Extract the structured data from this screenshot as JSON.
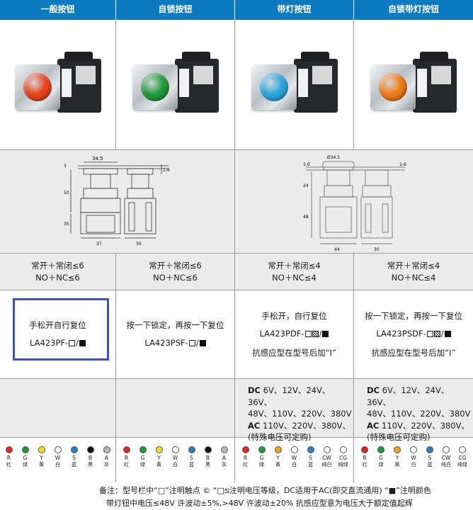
{
  "columns": [
    {
      "header": "一般按钮",
      "lens_color": "#e9431b",
      "contacts_line1": "常开＋常闭≤6",
      "contacts_line2": "NO＋NC≤6",
      "reset": "手松开自行复位",
      "model": "LA423PF-",
      "model_sep": "/"
    },
    {
      "header": "自锁按钮",
      "lens_color": "#1f9a3c",
      "contacts_line1": "常开＋常闭≤6",
      "contacts_line2": "NO＋NC≤6",
      "reset": "按一下锁定，再按一下复位",
      "model": "LA423PSF-",
      "model_sep": "/"
    },
    {
      "header": "带灯按钮",
      "lens_color": "#2aa7de",
      "contacts_line1": "常开＋常闭≤4",
      "contacts_line2": "NO＋NC≤4",
      "reset": "手松开，自行复位",
      "model": "LA423PDF-",
      "model_sep": "/",
      "note": "抗感应型在型号后加“I”"
    },
    {
      "header": "自锁带灯按钮",
      "lens_color": "#ef7a12",
      "contacts_line1": "常开＋常闭≤4",
      "contacts_line2": "NO＋NC≤4",
      "reset": "按一下锁定，再按一下复位",
      "model": "LA423PSDF-",
      "model_sep": "/",
      "note": "抗感应型在型号后加“I”"
    }
  ],
  "dims": {
    "left": {
      "d": "34.5",
      "a": "3",
      "b": "1-6",
      "c": "50",
      "e": "35",
      "w1": "37",
      "w2": "30"
    },
    "right": {
      "d": "Ø34.5",
      "a": "3.6",
      "b": "1-6",
      "c": "24",
      "e": "48",
      "w1": "44",
      "w2": "30"
    }
  },
  "voltage": {
    "dc_label": "DC",
    "dc_line1": "6V、12V、24V、36V、",
    "dc_line2": "48V、110V、220V、380V",
    "ac_label": "AC",
    "ac_line1": "110V、220V、380V、",
    "ac_line2": "(特殊电压可定购)"
  },
  "colors_basic": [
    {
      "code": "R",
      "name": "红",
      "hex": "#e52620"
    },
    {
      "code": "G",
      "name": "绿",
      "hex": "#1d9a3a"
    },
    {
      "code": "Y",
      "name": "黄",
      "hex": "#f2e21a"
    },
    {
      "code": "W",
      "name": "白",
      "hex": "#ffffff"
    },
    {
      "code": "S",
      "name": "蓝",
      "hex": "#2f7cc7"
    },
    {
      "code": "B",
      "name": "黑",
      "hex": "#111111"
    },
    {
      "code": "A",
      "name": "灰",
      "hex": "#b9b9b9"
    }
  ],
  "colors_lamp": [
    {
      "code": "R",
      "name": "红",
      "hex": "#e52620"
    },
    {
      "code": "G",
      "name": "绿",
      "hex": "#1d9a3a"
    },
    {
      "code": "Y",
      "name": "黄",
      "hex": "#f0a320"
    },
    {
      "code": "W",
      "name": "白",
      "hex": "#ffffff"
    },
    {
      "code": "S",
      "name": "蓝",
      "hex": "#2f7cc7"
    },
    {
      "code": "CW",
      "name": "纯白",
      "hex": "#ffffff"
    },
    {
      "code": "CG",
      "name": "纯绿",
      "hex": "#ffffff"
    }
  ],
  "footer": {
    "line1": "备注：型号栏中“□”注明触点 ©  “□⧅注明电压等级，DC适用于AC(即交直流通用)  “■”注明颜色",
    "line2": "带灯钮中电压≤48V 许波动±5%,>48V 许波动±20%      抗感应型意为电压大于额定值起辉"
  },
  "theme": {
    "header_bg": "#0b7bc1",
    "highlight": "#3e4fc8"
  }
}
